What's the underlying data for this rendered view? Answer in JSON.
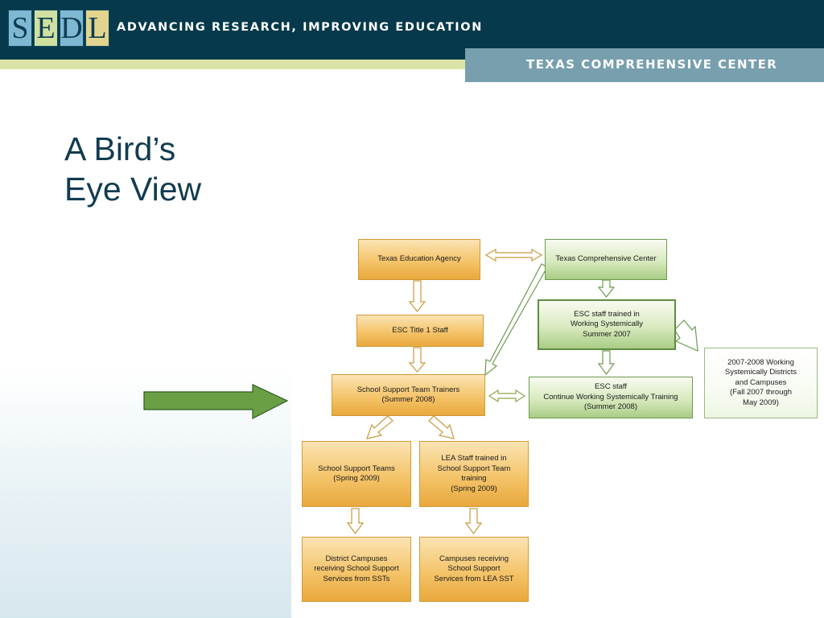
{
  "header": {
    "logo_letters": [
      "S",
      "E",
      "D",
      "L"
    ],
    "tagline": "ADVANCING RESEARCH, IMPROVING EDUCATION",
    "center_name": "TEXAS COMPREHENSIVE CENTER"
  },
  "slide": {
    "title_lines": [
      "A Bird’s",
      "Eye View"
    ]
  },
  "diagram": {
    "nodes": {
      "tea": "Texas Education Agency",
      "tcc": "Texas Comprehensive Center",
      "esc_title1": "ESC Title 1 Staff",
      "esc_trained": "ESC staff trained in\nWorking Systemically\nSummer 2007",
      "working_districts": "2007-2008 Working\nSystemically Districts\nand Campuses\n(Fall 2007 through\nMay 2009)",
      "sst_trainers": "School Support Team Trainers\n(Summer 2008)",
      "esc_continue": "ESC staff\nContinue Working Systemically Training\n(Summer 2008)",
      "sst": "School Support Teams\n(Spring 2009)",
      "lea_staff": "LEA Staff trained in\nSchool Support Team\ntraining\n(Spring 2009)",
      "district_campuses": "District Campuses\nreceiving School Support\nServices from SSTs",
      "campuses_lea": "Campuses receiving\nSchool Support\nServices from LEA SST"
    },
    "colors": {
      "orange_fill": "#f4c46a",
      "orange_border": "#d39a37",
      "green_fill": "#d8e9be",
      "green_border": "#6d9b4d",
      "pointer_arrow": "#6a9f45"
    }
  }
}
